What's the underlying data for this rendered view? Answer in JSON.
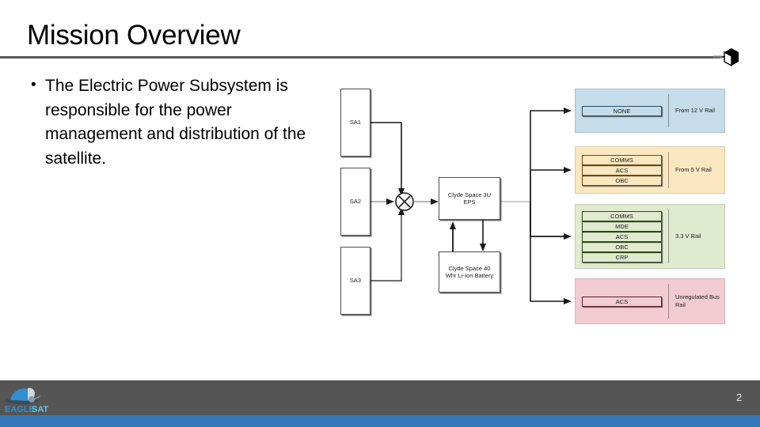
{
  "slide": {
    "title": "Mission Overview",
    "page_number": "2",
    "logo_text": "EAGLESAT",
    "logo_text_a": "EAGLE",
    "logo_text_b": "SAT",
    "cube_icon": "cube-icon",
    "accent_color": "#3478b8",
    "footer_color": "#555555",
    "rule_color": "#595959"
  },
  "body": {
    "bullets": [
      "The Electric Power Subsystem is responsible for the power management and distribution of the satellite."
    ]
  },
  "diagram": {
    "sources": [
      {
        "id": "sa1",
        "label": "SA1"
      },
      {
        "id": "sa2",
        "label": "SA2"
      },
      {
        "id": "sa3",
        "label": "SA3"
      }
    ],
    "junction": {
      "name": "summing-junction",
      "symbol": "⊗"
    },
    "eps": {
      "label": "Clyde Space 3U EPS",
      "line1": "Clyde Space 3U",
      "line2": "EPS"
    },
    "battery": {
      "label": "Clyde Space 40 Whr Li-Ion Battery",
      "line1": "Clyde Space 40",
      "line2": "Whr Li-Ion Battery"
    },
    "rails": [
      {
        "id": "rail-12v",
        "rail_label": "From 12 V Rail",
        "color": "#c5dcea",
        "loads": [
          "NONE"
        ]
      },
      {
        "id": "rail-5v",
        "rail_label": "From 5 V Rail",
        "color": "#fbe7c0",
        "loads": [
          "COMMS",
          "ACS",
          "OBC"
        ]
      },
      {
        "id": "rail-33v",
        "rail_label": "3.3 V Rail",
        "color": "#dfeacf",
        "loads": [
          "COMMS",
          "MDE",
          "ACS",
          "OBC",
          "CRP"
        ]
      },
      {
        "id": "rail-unregulated",
        "rail_label": "Unregulated Bus Rail",
        "color": "#f3ccd3",
        "loads": [
          "ACS"
        ]
      }
    ]
  }
}
